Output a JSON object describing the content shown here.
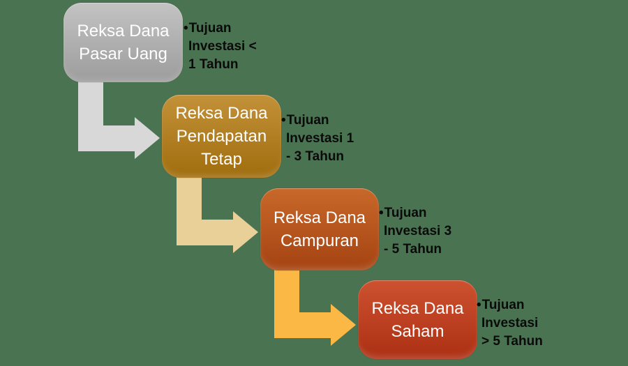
{
  "background_color": "#4A7451",
  "bullet_char": "•",
  "steps": [
    {
      "box_lines": [
        "Reksa Dana",
        "Pasar Uang"
      ],
      "note_lines": [
        "Tujuan",
        "Investasi <",
        "1 Tahun"
      ],
      "box_color_top": "#c3c3c3",
      "box_color_bottom": "#9c9c9c",
      "arrow_color": "#d8d8d8"
    },
    {
      "box_lines": [
        "Reksa Dana",
        "Pendapatan",
        "Tetap"
      ],
      "note_lines": [
        "Tujuan",
        "Investasi 1",
        "- 3 Tahun"
      ],
      "box_color_top": "#c39138",
      "box_color_bottom": "#a06d0e",
      "arrow_color": "#e9cf98"
    },
    {
      "box_lines": [
        "Reksa Dana",
        "Campuran"
      ],
      "note_lines": [
        "Tujuan",
        "Investasi 3",
        "- 5 Tahun"
      ],
      "box_color_top": "#c8682a",
      "box_color_bottom": "#a54312",
      "arrow_color": "#fbb844"
    },
    {
      "box_lines": [
        "Reksa Dana",
        "Saham"
      ],
      "note_lines": [
        "Tujuan",
        "Investasi",
        "> 5 Tahun"
      ],
      "box_color_top": "#cd5230",
      "box_color_bottom": "#ac2f13"
    }
  ]
}
